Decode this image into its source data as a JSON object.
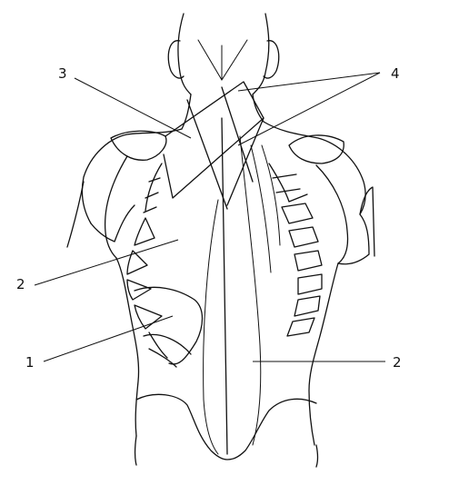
{
  "labels": {
    "l1": "1",
    "l2_left": "2",
    "l2_right": "2",
    "l3": "3",
    "l4": "4"
  },
  "colors": {
    "stroke": "#111111",
    "background": "#ffffff"
  }
}
